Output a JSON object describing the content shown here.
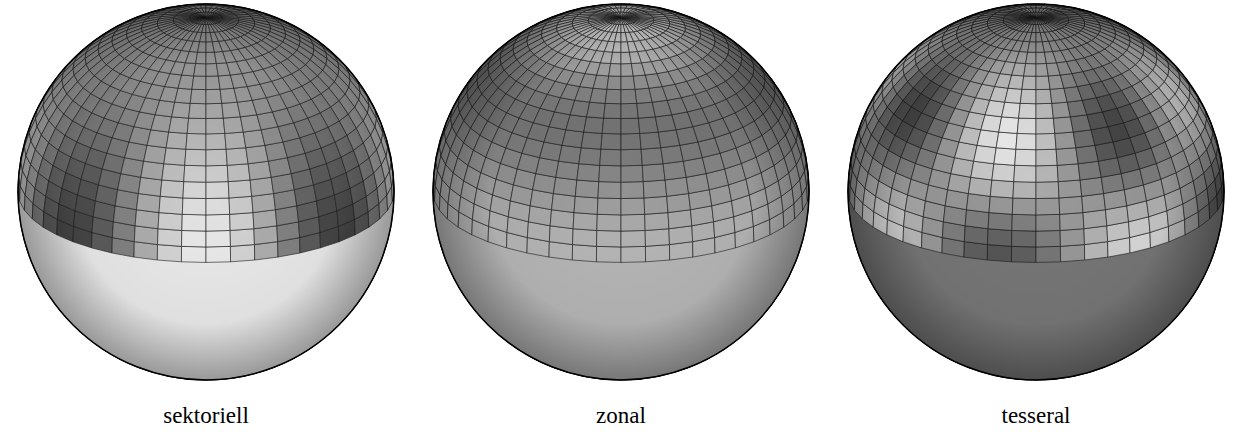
{
  "diagram": {
    "labels": [
      "sektoriell",
      "zonal",
      "tesseral"
    ]
  }
}
